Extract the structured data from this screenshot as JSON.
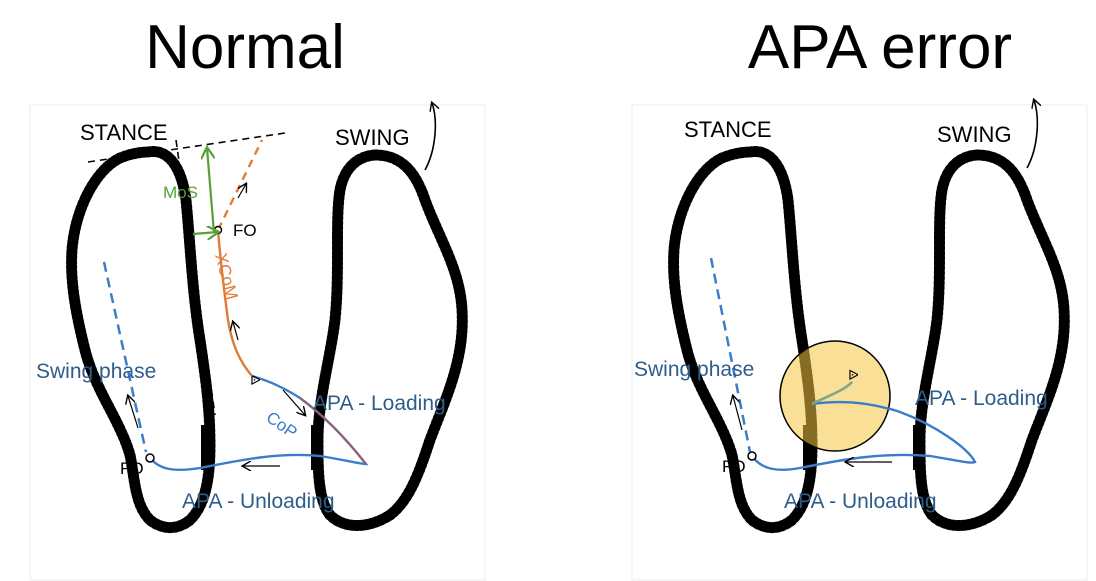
{
  "panels": [
    {
      "id": "normal",
      "title": "Normal",
      "stance_label": "STANCE",
      "swing_label": "SWING",
      "swing_phase_label": "Swing phase",
      "apa_loading_label": "APA - Loading",
      "apa_unloading_label": "APA - Unloading",
      "fo_left_label": "FO",
      "fo_right_label": "FO",
      "mos_label": "MoS",
      "xcom_label": "XCoM",
      "cop_label": "CoP"
    },
    {
      "id": "apa-error",
      "title": "APA error",
      "stance_label": "STANCE",
      "swing_label": "SWING",
      "swing_phase_label": "Swing phase",
      "apa_loading_label": "APA - Loading",
      "apa_unloading_label": "APA - Unloading",
      "fo_left_label": "FO"
    }
  ],
  "colors": {
    "cop": "#3d7cc9",
    "xcom": "#e07b39",
    "mos": "#5a9e3a",
    "error_highlight": "#f5c542",
    "dashed_swing": "#3d7cc9",
    "label_blue": "#2e5d8c"
  }
}
